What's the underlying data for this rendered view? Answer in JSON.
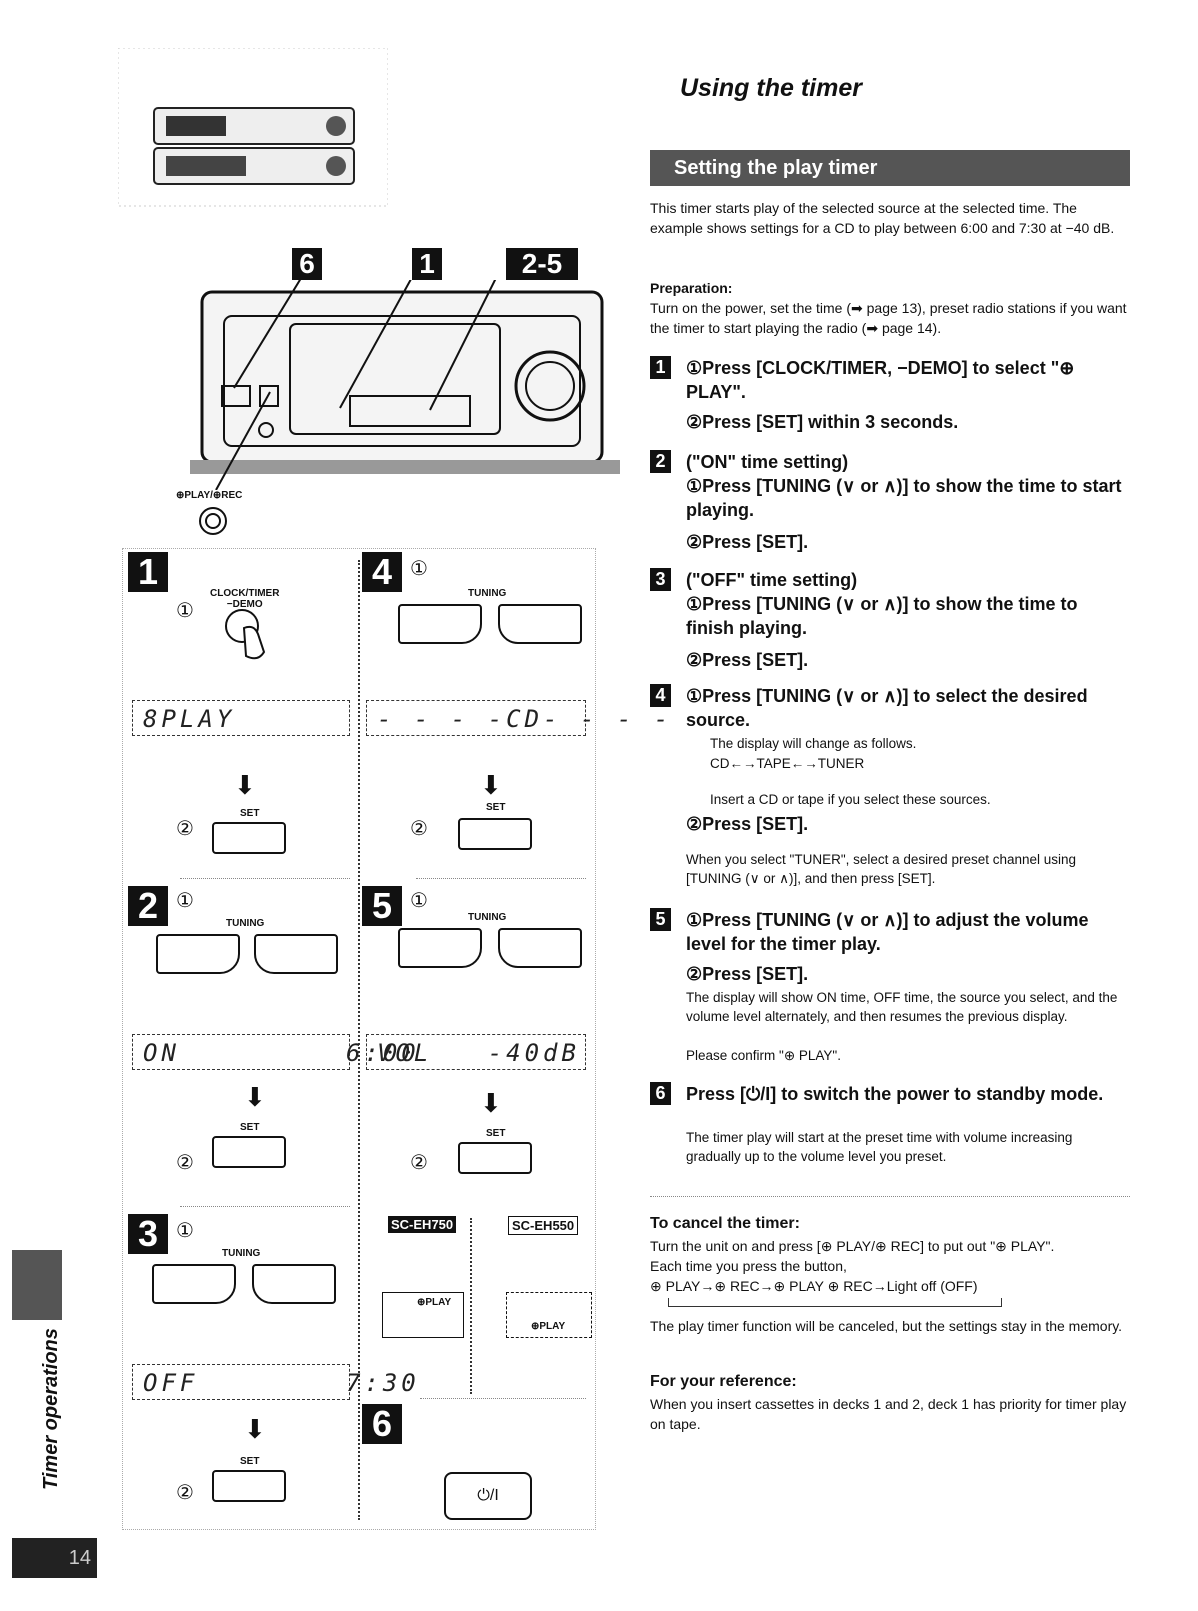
{
  "header": {
    "title": "Using the timer"
  },
  "section": {
    "banner": "Setting the play timer"
  },
  "intro": "This timer starts play of the selected source at the selected time. The example shows settings for a CD to play between 6:00 and 7:30 at −40 dB.",
  "preparation": {
    "heading": "Preparation:",
    "text": "Turn on the power, set the time (➡ page 13), preset radio stations if you want the timer to start playing the radio (➡ page 14)."
  },
  "steps": [
    {
      "num": "1",
      "line1": "①Press [CLOCK/TIMER, −DEMO] to select \"⊕ PLAY\".",
      "line2": "②Press [SET] within 3 seconds."
    },
    {
      "num": "2",
      "line1": "(\"ON\" time setting)",
      "line2": "①Press [TUNING (∨ or ∧)] to show the time to start playing.",
      "line3": "②Press [SET]."
    },
    {
      "num": "3",
      "line1": "(\"OFF\" time setting)",
      "line2": "①Press [TUNING (∨ or ∧)] to show the time to finish playing.",
      "line3": "②Press [SET]."
    },
    {
      "num": "4",
      "line1": "①Press [TUNING (∨ or ∧)] to select the desired source.",
      "note1": "The display will change as follows.",
      "flow": "CD←→TAPE←→TUNER",
      "note2": "Insert a CD or tape if you select these sources.",
      "line2": "②Press [SET].",
      "note3": "When you select \"TUNER\", select a desired preset channel using [TUNING (∨ or ∧)], and then press [SET]."
    },
    {
      "num": "5",
      "line1": "①Press [TUNING (∨ or ∧)] to adjust the volume level for the timer play.",
      "line2": "②Press [SET].",
      "note1": "The display will show ON time, OFF time, the source you select, and the volume level alternately, and then resumes the previous display.",
      "note2": "Please confirm \"⊕ PLAY\"."
    },
    {
      "num": "6",
      "line1": "Press [⏻/I] to switch the power to standby mode.",
      "note1": "The timer play will start at the preset time with volume increasing gradually up to the volume level you preset."
    }
  ],
  "cancel": {
    "heading": "To cancel the timer:",
    "text1": "Turn the unit on and press [⊕ PLAY/⊕ REC] to put out \"⊕ PLAY\".",
    "text2": "Each time you press the button,",
    "flow": "⊕ PLAY→⊕ REC→⊕ PLAY ⊕ REC→Light off (OFF)",
    "text3": "The play timer function will be canceled, but the settings stay in the memory."
  },
  "reference": {
    "heading": "For your reference:",
    "text": "When you insert cassettes in decks 1 and 2, deck 1 has priority for timer play on tape."
  },
  "diagram": {
    "callouts": {
      "c6": "6",
      "c1": "1",
      "c25": "2-5"
    },
    "play_rec_label": "⊕PLAY/⊕REC",
    "clock_label": "CLOCK/TIMER\n−DEMO",
    "tuning": "TUNING",
    "set": "SET",
    "circ1": "①",
    "circ2": "②",
    "lcd_play": "8PLAY",
    "lcd_cd": "- - - -CD- - - -",
    "lcd_on": "ON         6:00",
    "lcd_vol": "VOL   -40dB",
    "lcd_off": "OFF        7:30",
    "model1": "SC-EH750",
    "model2": "SC-EH550",
    "oplay": "⊕PLAY",
    "power": "⏻/I",
    "panels": {
      "p1": "1",
      "p2": "2",
      "p3": "3",
      "p4": "4",
      "p5": "5",
      "p6": "6"
    }
  },
  "sidebar": {
    "label": "Timer operations",
    "page": "14"
  }
}
